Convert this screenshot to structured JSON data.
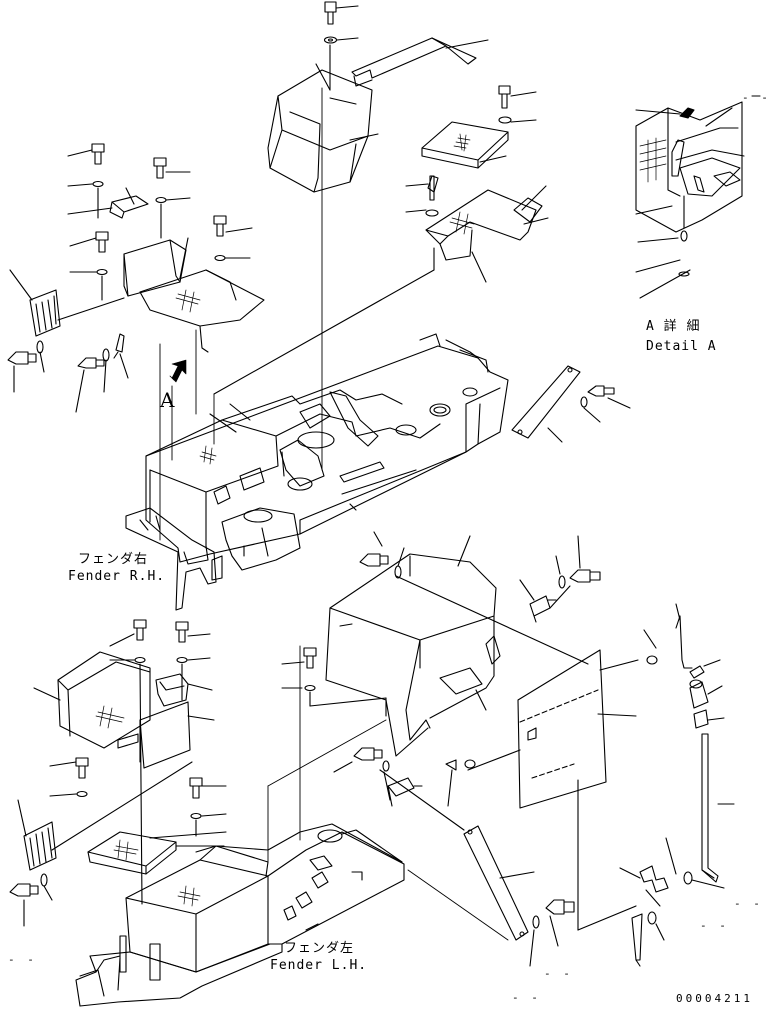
{
  "labels": {
    "detail_jp": "A 詳 細",
    "detail_en": "Detail A",
    "view_arrow_letter": "A",
    "fender_rh_jp": "フェンダ右",
    "fender_rh_en": "Fender R.H.",
    "fender_lh_jp": "フェンダ左",
    "fender_lh_en": "Fender L.H.",
    "drawing_number": "00004211",
    "dash_marks": [
      "- -",
      "- -",
      "- -",
      "- -",
      "- -",
      "- -"
    ]
  },
  "colors": {
    "line": "#000000",
    "background": "#ffffff"
  }
}
